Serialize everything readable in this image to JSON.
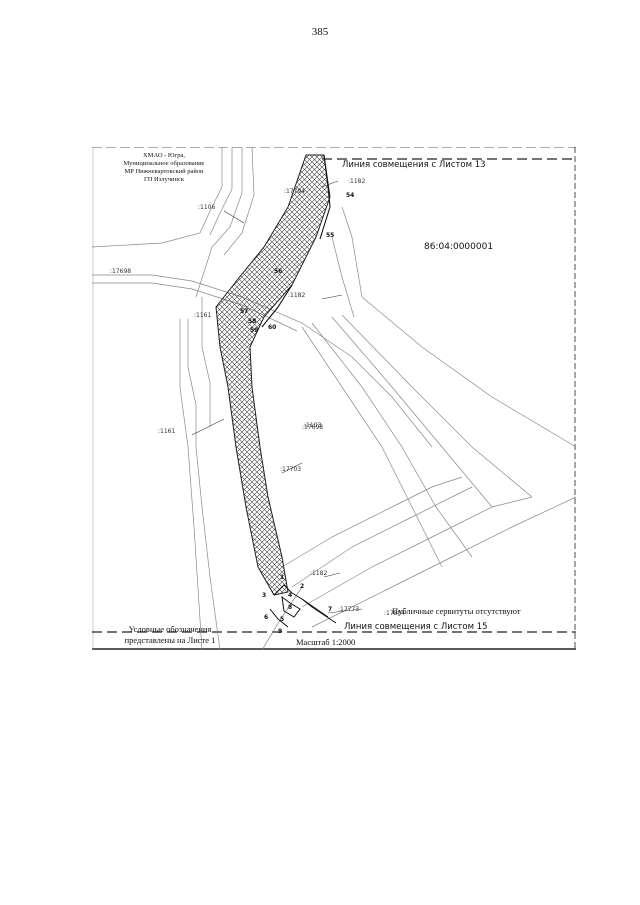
{
  "page": {
    "number": "385"
  },
  "map": {
    "admin_block": [
      "ХМАО - Югра,",
      "Муниципальное образование",
      "МР Нижневартовский район",
      "ГП Излучинск"
    ],
    "cadastral_quarter": "86:04:0000001",
    "match_line_top": "Линия совмещения с Листом 13",
    "match_line_bottom": "Линия совмещения с Листом 15",
    "servitude_note": "Публичные сервитуты отсутствуют",
    "scale": "Масштаб 1:2000",
    "legend_note": [
      "Условные обозначения",
      "представлены на Листе 1"
    ],
    "parcel_labels": [
      {
        "id": "p1",
        "text": ":17794"
      },
      {
        "id": "p2",
        "text": ":1106"
      },
      {
        "id": "p3",
        "text": ":17698"
      },
      {
        "id": "p4",
        "text": ":1161"
      },
      {
        "id": "p5",
        "text": ":17703"
      },
      {
        "id": "p6",
        "text": ":17698"
      },
      {
        "id": "p7",
        "text": ":1182"
      },
      {
        "id": "p8",
        "text": ":1182"
      },
      {
        "id": "p9",
        "text": ":1182"
      },
      {
        "id": "p10",
        "text": ":17773"
      },
      {
        "id": "p11",
        "text": ":17804"
      },
      {
        "id": "p12",
        "text": ":1103"
      },
      {
        "id": "p13",
        "text": ":1161"
      }
    ],
    "points": [
      "54",
      "55",
      "56",
      "57",
      "58",
      "59",
      "60",
      "1",
      "2",
      "3",
      "4",
      "5",
      "6",
      "7",
      "8",
      "9"
    ]
  }
}
